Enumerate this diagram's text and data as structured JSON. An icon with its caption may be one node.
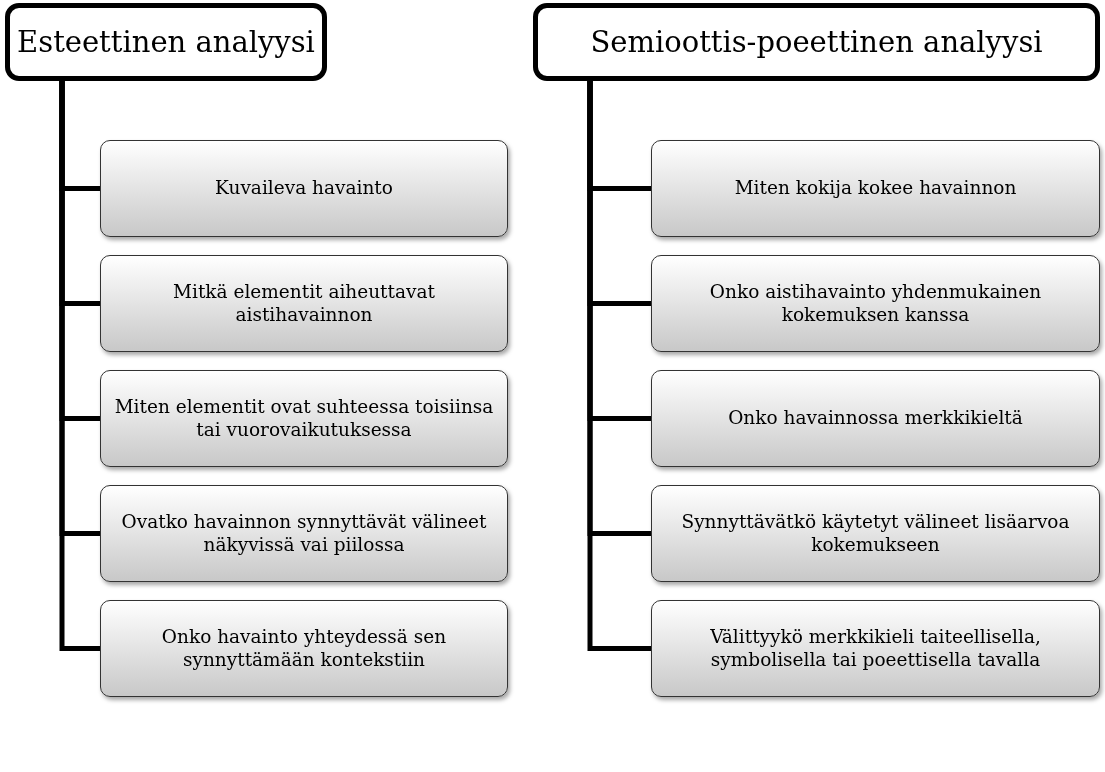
{
  "diagram": {
    "nodes": [
      {
        "text": [
          "Esteettinen analyysi"
        ]
      },
      {
        "text": [
          "Kuvaileva havainto"
        ]
      },
      {
        "text": [
          "Mitkä elementit aiheuttavat aistihavainnon"
        ]
      },
      {
        "text": [
          "Miten elementit ovat suhteessa toisiinsa tai vuorovaikutuksessa"
        ]
      },
      {
        "text": [
          "Ovatko havainnon synnyttävät välineet näkyvissä vai piilossa"
        ]
      },
      {
        "text": [
          "Onko havainto yhteydessä sen synnyttämään kontekstiin"
        ]
      },
      {
        "text": [
          "Semioottis-poeettinen analyysi"
        ]
      },
      {
        "text": [
          "Miten kokija kokee havainnon"
        ]
      },
      {
        "text": [
          "Onko aistihavainto yhdenmukainen kokemuksen kanssa"
        ]
      },
      {
        "text": [
          "Onko havainnossa merkkikieltä"
        ]
      },
      {
        "text": [
          "Synnyttävätkö käytetyt välineet lisäarvoa kokemukseen"
        ]
      },
      {
        "text": [
          "Välittyykö merkkikieli taiteellisella, symbolisella tai poeettisella tavalla"
        ]
      }
    ],
    "edges": [
      {
        "from": 0,
        "to": 1,
        "arrow": "none"
      },
      {
        "from": 0,
        "to": 2,
        "arrow": "none"
      },
      {
        "from": 0,
        "to": 3,
        "arrow": "none"
      },
      {
        "from": 0,
        "to": 4,
        "arrow": "none"
      },
      {
        "from": 0,
        "to": 5,
        "arrow": "none"
      },
      {
        "from": 6,
        "to": 7,
        "arrow": "none"
      },
      {
        "from": 6,
        "to": 8,
        "arrow": "none"
      },
      {
        "from": 6,
        "to": 9,
        "arrow": "none"
      },
      {
        "from": 6,
        "to": 10,
        "arrow": "none"
      },
      {
        "from": 6,
        "to": 11,
        "arrow": "none"
      }
    ]
  }
}
